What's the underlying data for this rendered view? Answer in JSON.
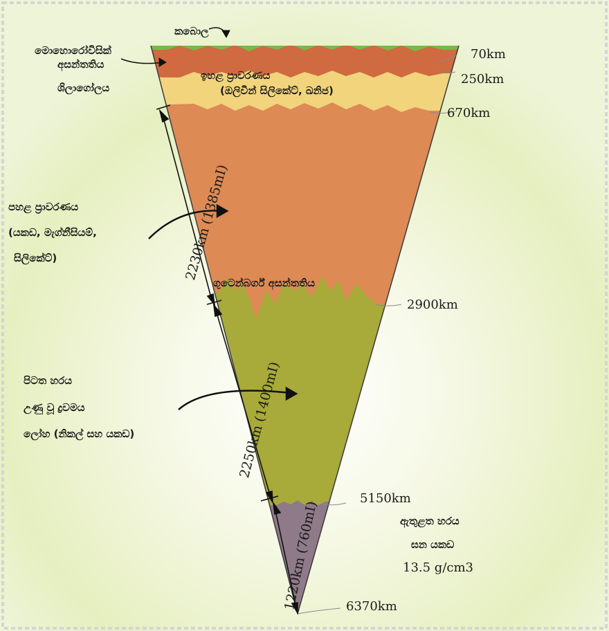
{
  "colors": {
    "background_glow": "#e6efc0",
    "border_dash": "#d4d4d4",
    "crust": "#7ab848",
    "lithosphere": "#d06a40",
    "upper_mantle": "#f1d47c",
    "lower_mantle": "#dd8a55",
    "outer_core": "#a8aa3a",
    "inner_core": "#8e7a88",
    "edge": "#3a3a3a",
    "arrow": "#111111"
  },
  "labels": {
    "crust": "කබොල",
    "moho_line1": "මොහොරෝවිසික්",
    "moho_line2": "අසන්තතිය",
    "lithosphere": "ශිලාගෝලය",
    "upper_mantle_line1": "ඉහළ ප්‍රාවරණය",
    "upper_mantle_line2": "(ඔලිවීන් සිලිකේට්, ඛනිජ)",
    "lower_mantle_line1": "පහළ ප්‍රාවරණය",
    "lower_mantle_line2": "(යකඩ, මැග්නීසියම්,",
    "lower_mantle_line3": "සිලිකේට්)",
    "gutenberg": "ගුටෙන්බර්ග් අසන්තතිය",
    "outer_core_line1": "පිටත හරය",
    "outer_core_line2": "උණු වූ ද්‍රවමය",
    "outer_core_line3": "ලෝහ (නිකල් සහ යකඩ)",
    "inner_core_line1": "ඇතුළත හරය",
    "inner_core_line2": "ඝන යකඩ",
    "inner_core_line3": "13.5 g/cm3"
  },
  "depths": [
    "70km",
    "250km",
    "670km",
    "2900km",
    "5150km",
    "6370km"
  ],
  "thickness": {
    "lower_mantle": "2230km (1385mI)",
    "outer_core": "2250km (1400mI)",
    "inner_core": "1220km (760mI)"
  }
}
